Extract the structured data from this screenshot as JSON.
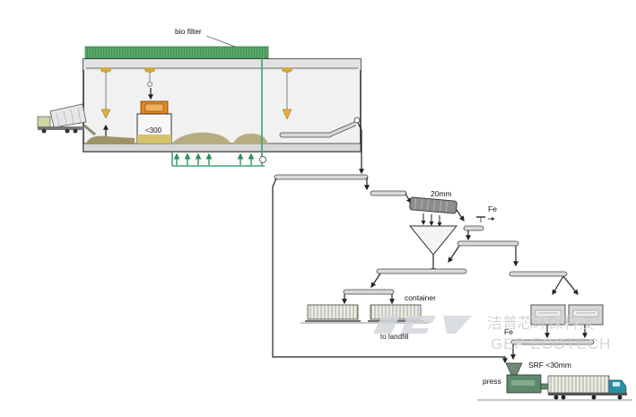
{
  "labels": {
    "bio_filter": "bio filter",
    "lt300": "<300",
    "mesh": "20mm",
    "fe_top": "Fe",
    "container": "container",
    "fe_bottom": "Fe",
    "to_landfill": "to landfill",
    "srf": "SRF <30mm",
    "press": "press"
  },
  "watermark": {
    "chinese": "洁普芯环保科技",
    "latin": "GEP ECOTECH"
  },
  "colors": {
    "biofilter_green": "#5aa86a",
    "air_duct_green": "#3ba374",
    "conveyor": "#d9d9d9",
    "heap": "#b5ad80",
    "orange_unit": "#e8841a",
    "truck_blue": "#2a8fa3"
  }
}
